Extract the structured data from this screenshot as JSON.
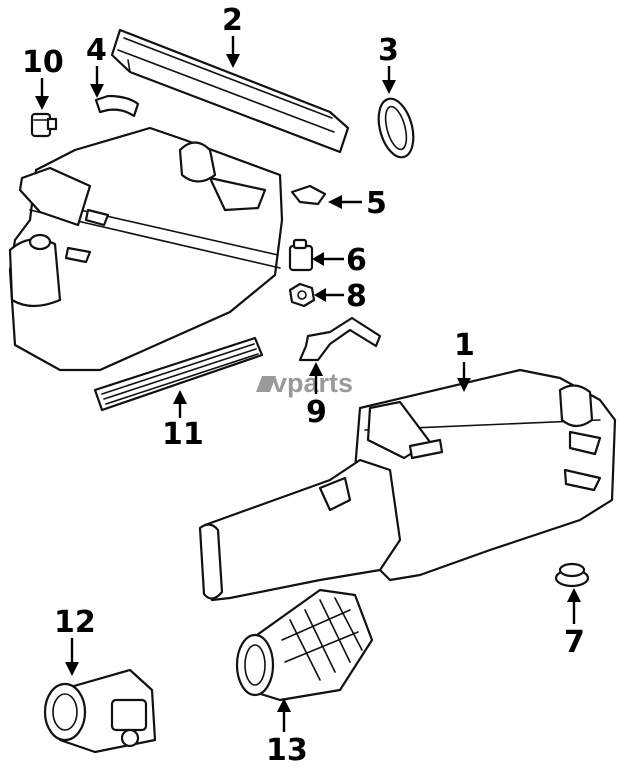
{
  "diagram": {
    "watermark": "vparts",
    "callouts": [
      {
        "number": "1",
        "part": "air-cleaner-housing-assembly"
      },
      {
        "number": "2",
        "part": "air-filter-element"
      },
      {
        "number": "3",
        "part": "seal-ring"
      },
      {
        "number": "4",
        "part": "retaining-clip"
      },
      {
        "number": "5",
        "part": "bracket-clip"
      },
      {
        "number": "6",
        "part": "valve"
      },
      {
        "number": "7",
        "part": "grommet"
      },
      {
        "number": "8",
        "part": "nut"
      },
      {
        "number": "9",
        "part": "mounting-bracket"
      },
      {
        "number": "10",
        "part": "sensor"
      },
      {
        "number": "11",
        "part": "filter-strip"
      },
      {
        "number": "12",
        "part": "mass-air-flow-sensor"
      },
      {
        "number": "13",
        "part": "intake-hose"
      }
    ]
  }
}
